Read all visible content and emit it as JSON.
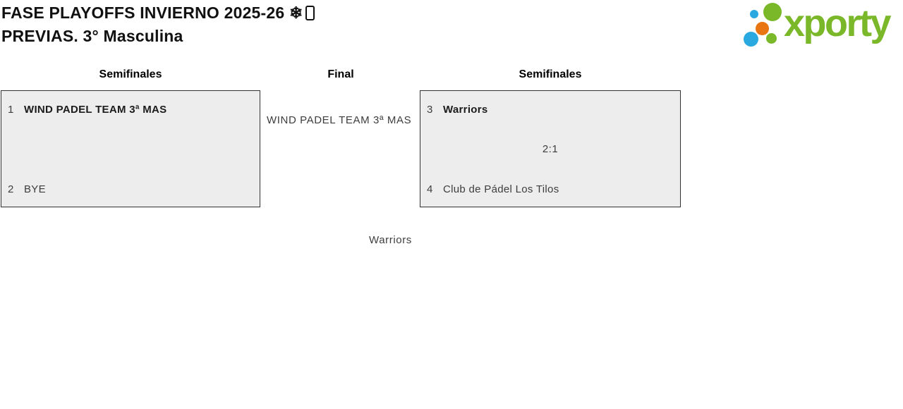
{
  "page": {
    "title_line1": "FASE PLAYOFFS INVIERNO 2025-26 ❄",
    "title_line2": "PREVIAS. 3° Masculina"
  },
  "logo": {
    "wordmark": "xporty",
    "colors": {
      "green": "#7ab829",
      "blue": "#29a9e0",
      "orange": "#e87511"
    }
  },
  "rounds": {
    "left_header": "Semifinales",
    "center_header": "Final",
    "right_header": "Semifinales"
  },
  "semifinal_left": {
    "team1_seed": "1",
    "team1_name": "WIND PADEL TEAM 3ª MAS",
    "team2_seed": "2",
    "team2_name": "BYE",
    "score": ""
  },
  "semifinal_right": {
    "team1_seed": "3",
    "team1_name": "Warriors",
    "team2_seed": "4",
    "team2_name": "Club de Pádel Los Tilos",
    "score": "2:1"
  },
  "final": {
    "slot1": "WIND PADEL TEAM 3ª MAS",
    "slot2": "Warriors"
  }
}
